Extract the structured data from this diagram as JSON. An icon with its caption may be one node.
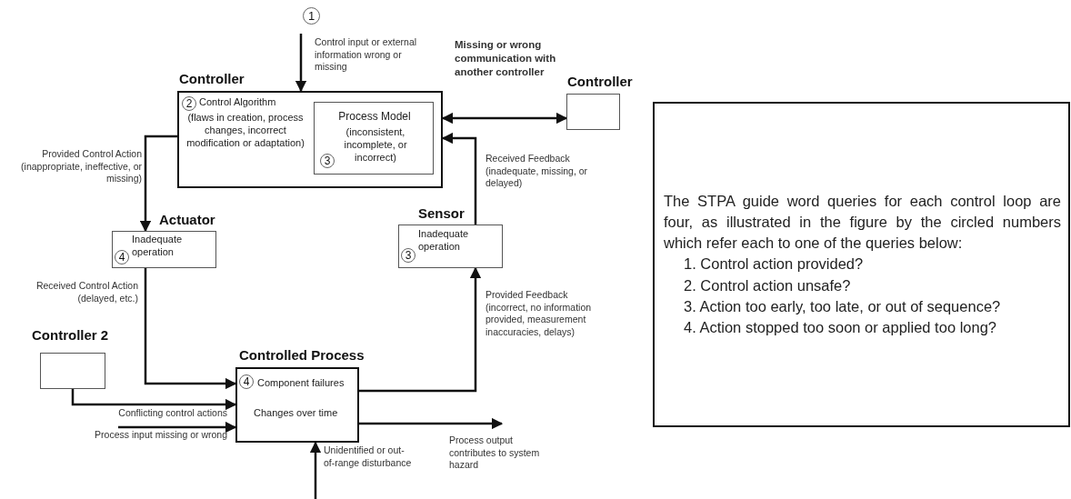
{
  "diagram": {
    "nodes": [
      {
        "text": [
          "Controller",
          "2",
          "Control Algorithm",
          "(flaws in creation, process changes, incorrect modification or adaptation)"
        ]
      },
      {
        "text": [
          "Process Model",
          "3",
          "(inconsistent, incomplete, or incorrect)"
        ],
        "in": 0
      },
      {
        "text": [
          "Controller"
        ]
      },
      {
        "text": [
          "Actuator",
          "4",
          "Inadequate operation"
        ]
      },
      {
        "text": [
          "Sensor",
          "3",
          "Inadequate operation"
        ]
      },
      {
        "text": [
          "Controller 2"
        ]
      },
      {
        "text": [
          "Controlled Process",
          "4",
          "Component failures",
          "Changes over time"
        ]
      },
      {
        "text": [
          "The STPA guide word queries for each control loop are four, as illustrated in the figure by the circled numbers which refer each to one of the queries below:",
          "1. Control action provided?",
          "2. Control action unsafe?",
          "3. Action too early, too late, or out of sequence?",
          "4. Action stopped too soon or applied too long?"
        ]
      }
    ],
    "edges": [
      {
        "from": null,
        "to": 0,
        "arrow": "to",
        "label": "Control input or external information wrong or missing"
      },
      {
        "from": 0,
        "to": 2,
        "arrow": "both",
        "label": "Missing or wrong communication with another controller"
      },
      {
        "from": 0,
        "to": 3,
        "arrow": "to",
        "label": "Provided Control Action (inappropriate, ineffective, or missing)"
      },
      {
        "from": 4,
        "to": 0,
        "arrow": "to",
        "label": "Received Feedback (inadequate, missing, or delayed)"
      },
      {
        "from": 3,
        "to": 6,
        "arrow": "to",
        "label": "Received Control Action (delayed, etc.)"
      },
      {
        "from": 6,
        "to": 4,
        "arrow": "to",
        "label": "Provided Feedback (incorrect, no information provided, measurement inaccuracies, delays)"
      },
      {
        "from": 5,
        "to": 6,
        "arrow": "to",
        "label": "Conflicting control actions"
      },
      {
        "from": null,
        "to": 6,
        "arrow": "to",
        "label": "Process input missing or wrong"
      },
      {
        "from": 6,
        "to": null,
        "arrow": "to",
        "label": "Process output contributes to system hazard"
      },
      {
        "from": null,
        "to": 6,
        "arrow": "to",
        "label": "Unidentified or out-of-range disturbance"
      }
    ],
    "labels": [
      "1"
    ]
  }
}
